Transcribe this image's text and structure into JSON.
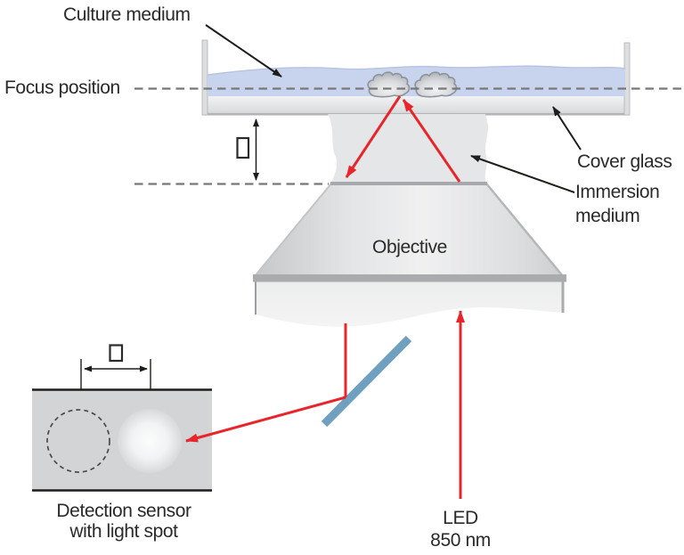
{
  "labels": {
    "culture_medium": "Culture medium",
    "focus_position": "Focus position",
    "cover_glass": "Cover glass",
    "immersion_medium": [
      "Immersion",
      "medium"
    ],
    "objective": "Objective",
    "detection_sensor": [
      "Detection sensor",
      "with light spot"
    ],
    "led": [
      "LED",
      "850 nm"
    ]
  },
  "symbols": {
    "focus_offset_placeholder": "□",
    "spot_shift_placeholder": "□"
  },
  "colors": {
    "beam_red": "#e7252b",
    "mirror_blue": "#6fa0bf",
    "culture_medium_blue": "#c8d4ed",
    "glass_gray": "#d9dadc",
    "objective_band_gray": "#a9abad",
    "sensor_gray": "#d3d4d6",
    "dash_gray": "#777777",
    "pointer_black": "#1d1d1b",
    "text": "#2a2a2a"
  }
}
